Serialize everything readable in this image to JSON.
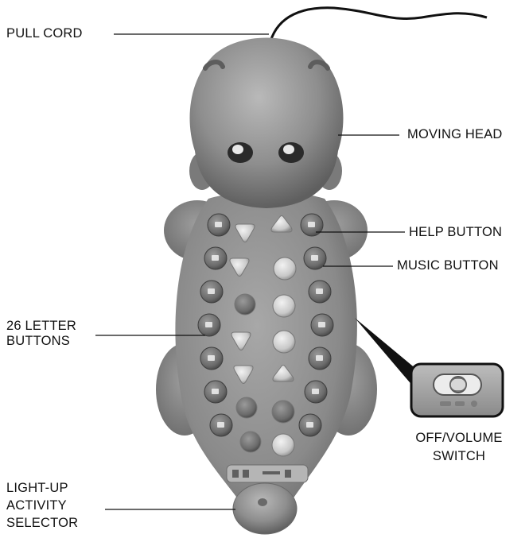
{
  "labels": {
    "pull_cord": "PULL CORD",
    "moving_head": "MOVING HEAD",
    "help_button": "HELP BUTTON",
    "music_button": "MUSIC BUTTON",
    "letter_buttons_line1": "26 LETTER",
    "letter_buttons_line2": "BUTTONS",
    "switch_line1": "OFF/VOLUME",
    "switch_line2": "SWITCH",
    "selector_line1": "LIGHT-UP",
    "selector_line2": "ACTIVITY",
    "selector_line3": "SELECTOR"
  },
  "colors": {
    "toy_body": "#8f8f8f",
    "toy_dark": "#5a5a5a",
    "button_light": "#d4d4d4",
    "button_dark": "#6e6e6e",
    "switch_panel": "#9a9a9a",
    "line": "#111111"
  }
}
